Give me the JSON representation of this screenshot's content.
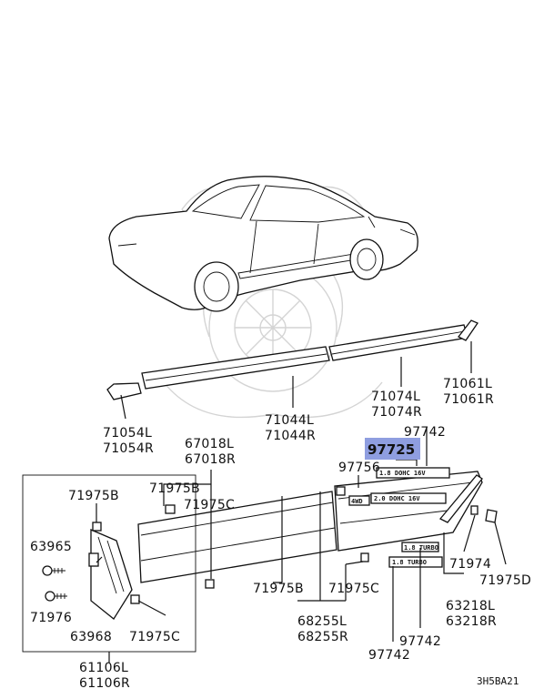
{
  "diagram_code": "3H5BA21",
  "highlight_color": "#8f9ee0",
  "labels": {
    "p71054": [
      "71054L",
      "71054R"
    ],
    "p71044": [
      "71044L",
      "71044R"
    ],
    "p71074": [
      "71074L",
      "71074R"
    ],
    "p71061": [
      "71061L",
      "71061R"
    ],
    "p97742_top": "97742",
    "p97725": "97725",
    "p97756": "97756",
    "p67018": [
      "67018L",
      "67018R"
    ],
    "p71975b_a": "71975B",
    "p71975b_b": "71975B",
    "p71975c_a": "71975C",
    "p63965": "63965",
    "p71976": "71976",
    "p63968": "63968",
    "p71975c_b": "71975C",
    "p61106": [
      "61106L",
      "61106R"
    ],
    "p71975b_c": "71975B",
    "p71975c_c": "71975C",
    "p68255": [
      "68255L",
      "68255R"
    ],
    "p97742_mid": "97742",
    "p97742_bot": "97742",
    "p71974": "71974",
    "p71975d": "71975D",
    "p63218": [
      "63218L",
      "63218R"
    ]
  },
  "badges": {
    "b1": "1.8 DOHC 16V",
    "b2": "4WD",
    "b3": "2.0 DOHC 16V",
    "b4": "1.8 TURBO",
    "b5": "1.8 TURBO"
  },
  "icons": [
    "car-outline-icon",
    "watermark-logo-icon",
    "clip-icon",
    "screw-icon",
    "bolt-icon"
  ]
}
